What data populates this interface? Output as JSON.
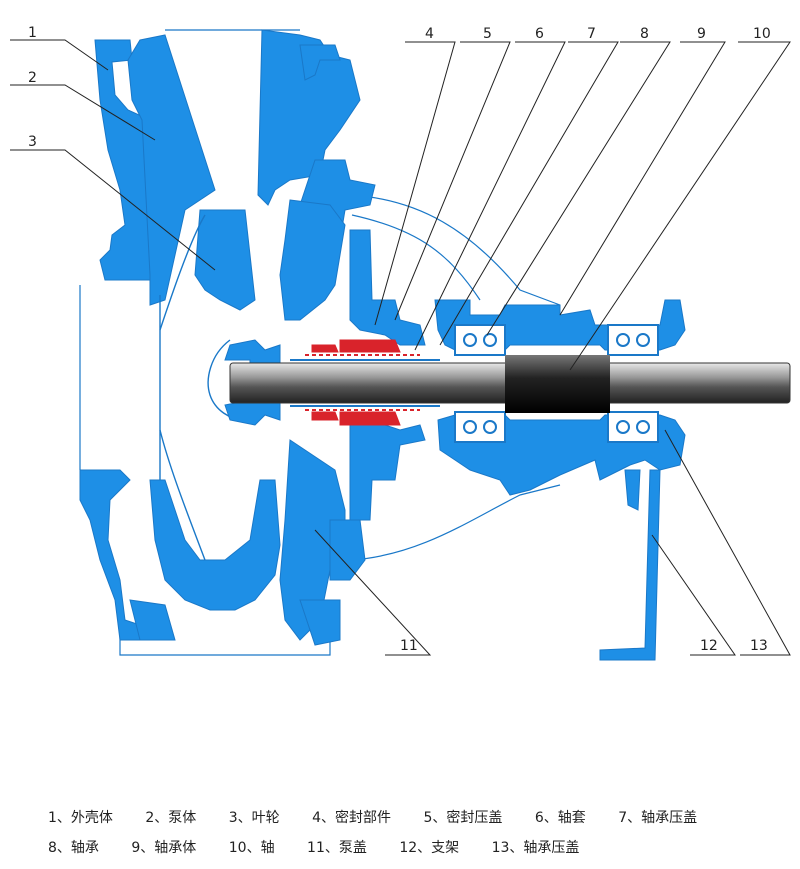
{
  "callouts": [
    "1",
    "2",
    "3",
    "4",
    "5",
    "6",
    "7",
    "8",
    "9",
    "10",
    "11",
    "12",
    "13"
  ],
  "legend": {
    "row1": [
      "1、外壳体",
      "2、泵体",
      "3、叶轮",
      "4、密封部件",
      "5、密封压盖",
      "6、轴套",
      "7、轴承压盖"
    ],
    "row2": [
      "8、轴承",
      "9、轴承体",
      "10、轴",
      "11、泵盖",
      "12、支架",
      "13、轴承压盖"
    ]
  },
  "colors": {
    "casing": "#1e8fe6",
    "outline": "#1a78c8",
    "seal": "#d9232b",
    "shaft": "#3a3a3a",
    "line": "#222222"
  }
}
